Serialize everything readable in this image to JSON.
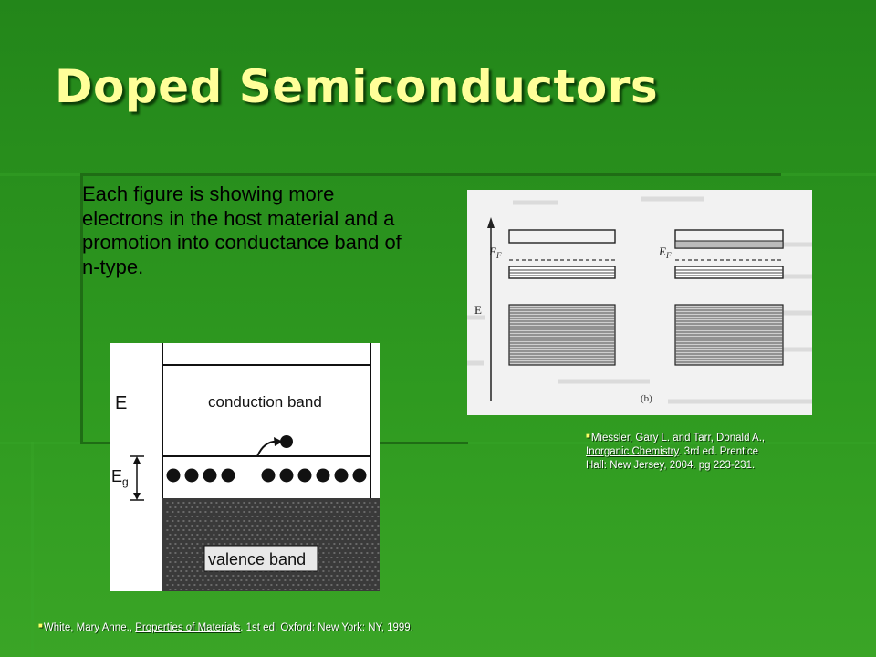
{
  "slide": {
    "title": "Doped Semiconductors",
    "body": "Each figure is showing more electrons in the host material and a promotion into conductance band of n-type."
  },
  "figure_left": {
    "axis_label": "E",
    "gap_label": "E",
    "gap_subscript": "g",
    "conduction_label": "conduction band",
    "valence_label": "valence band"
  },
  "figure_right": {
    "axis_label": "E",
    "fermi_label_left": "E",
    "fermi_sub_left": "F",
    "fermi_label_right": "E",
    "fermi_sub_right": "F",
    "panel_label": "(b)"
  },
  "citation_right": {
    "pre": "Miessler, Gary L. and Tarr, Donald A., ",
    "book": "Inorganic Chemistry",
    "post": ". 3rd ed. Prentice Hall: New Jersey, 2004. pg 223-231."
  },
  "citation_left": {
    "pre": "White, Mary Anne., ",
    "book": "Properties of Materials",
    "post": ". 1st ed. Oxford: New York: NY, 1999."
  },
  "colors": {
    "title": "#ffff99",
    "background": "#2a8f1c",
    "text": "#000000",
    "citation": "#ffffff"
  }
}
